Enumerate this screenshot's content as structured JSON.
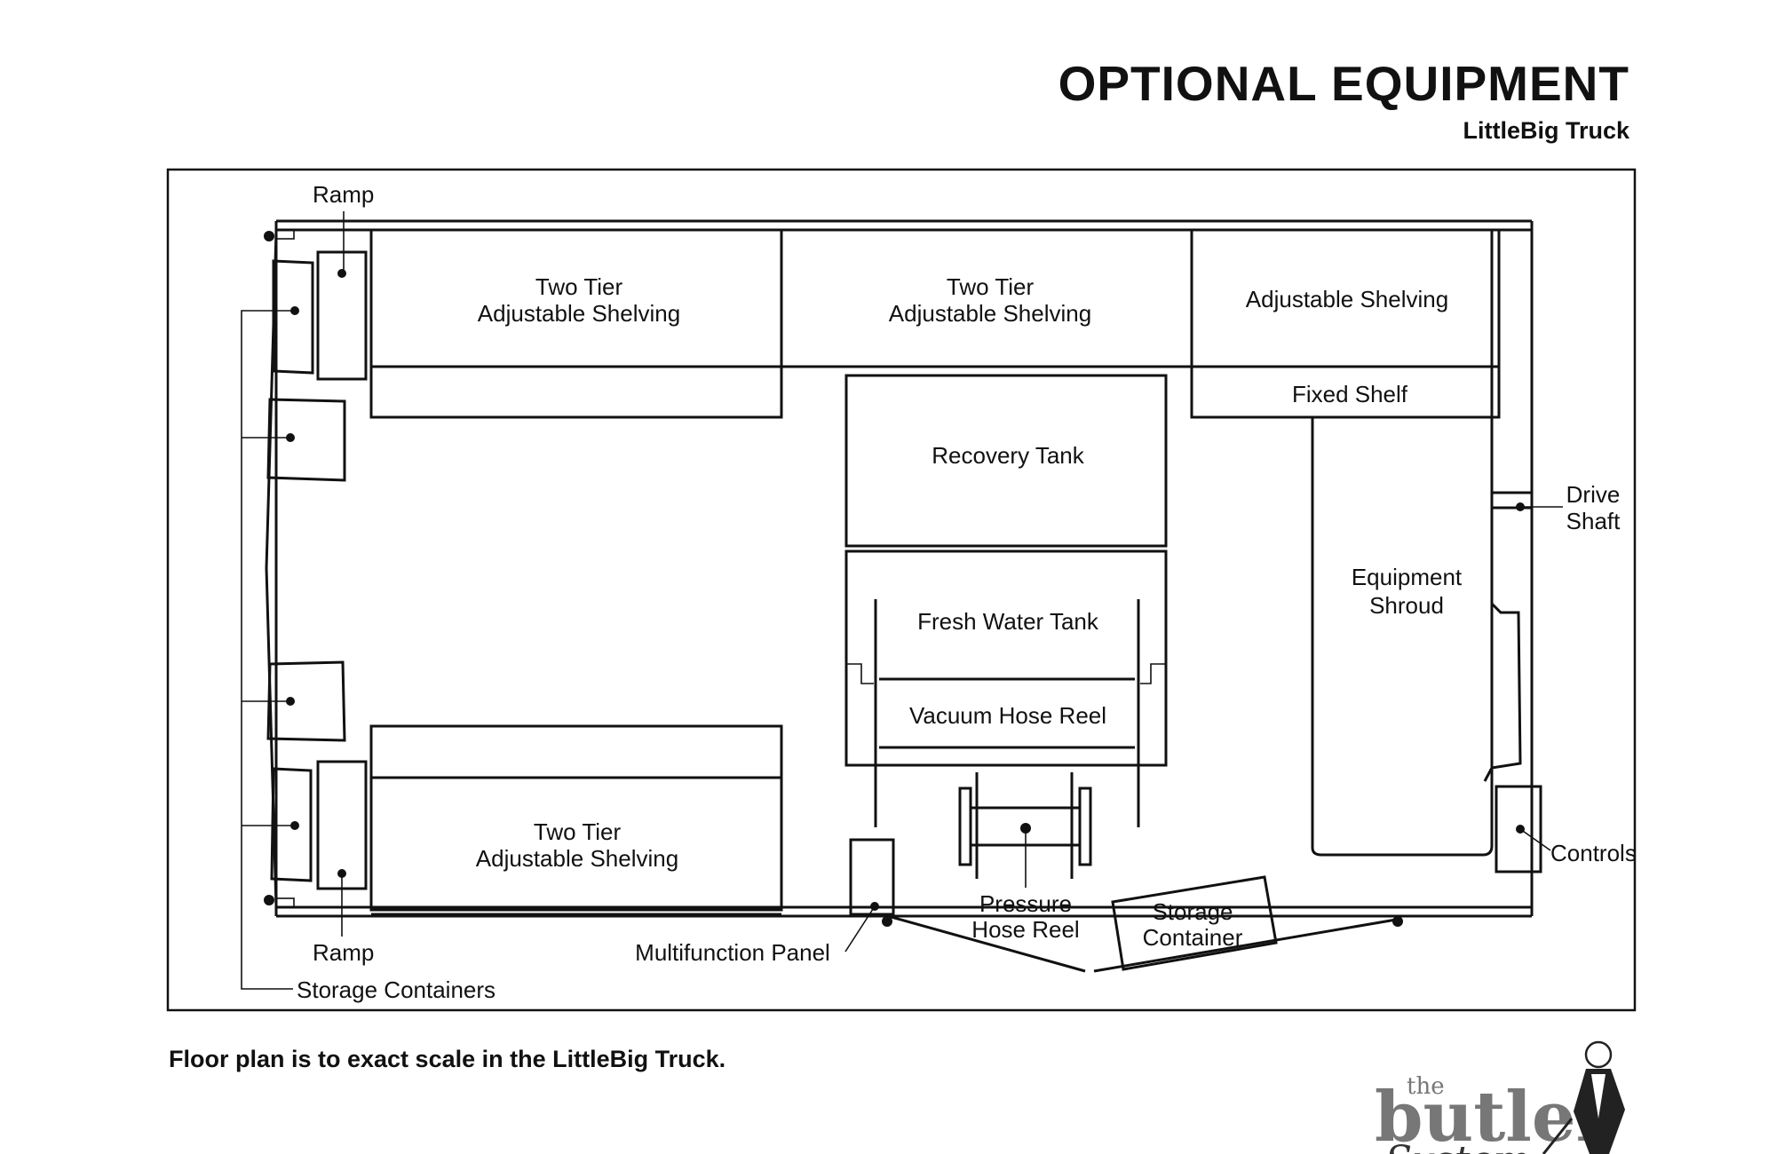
{
  "header": {
    "title": "OPTIONAL EQUIPMENT",
    "subtitle": "LittleBig Truck"
  },
  "plan": {
    "labels": {
      "ramp_top": "Ramp",
      "ramp_bottom": "Ramp",
      "storage_containers": "Storage Containers",
      "shelf_top_left_1": "Two Tier",
      "shelf_top_left_2": "Adjustable Shelving",
      "shelf_top_mid_1": "Two Tier",
      "shelf_top_mid_2": "Adjustable Shelving",
      "shelf_top_right": "Adjustable Shelving",
      "fixed_shelf": "Fixed Shelf",
      "recovery_tank": "Recovery Tank",
      "fresh_water_tank": "Fresh Water Tank",
      "vacuum_hose_reel": "Vacuum Hose Reel",
      "pressure_hose_reel_1": "Pressure",
      "pressure_hose_reel_2": "Hose Reel",
      "equipment_shroud_1": "Equipment",
      "equipment_shroud_2": "Shroud",
      "drive_shaft_1": "Drive",
      "drive_shaft_2": "Shaft",
      "controls": "Controls",
      "storage_container_1": "Storage",
      "storage_container_2": "Container",
      "multifunction_panel": "Multifunction Panel",
      "shelf_bottom_1": "Two Tier",
      "shelf_bottom_2": "Adjustable Shelving"
    }
  },
  "footnote": "Floor plan is to exact scale in the LittleBig Truck.",
  "logo": {
    "the": "the",
    "butler": "butler",
    "system": "System"
  }
}
